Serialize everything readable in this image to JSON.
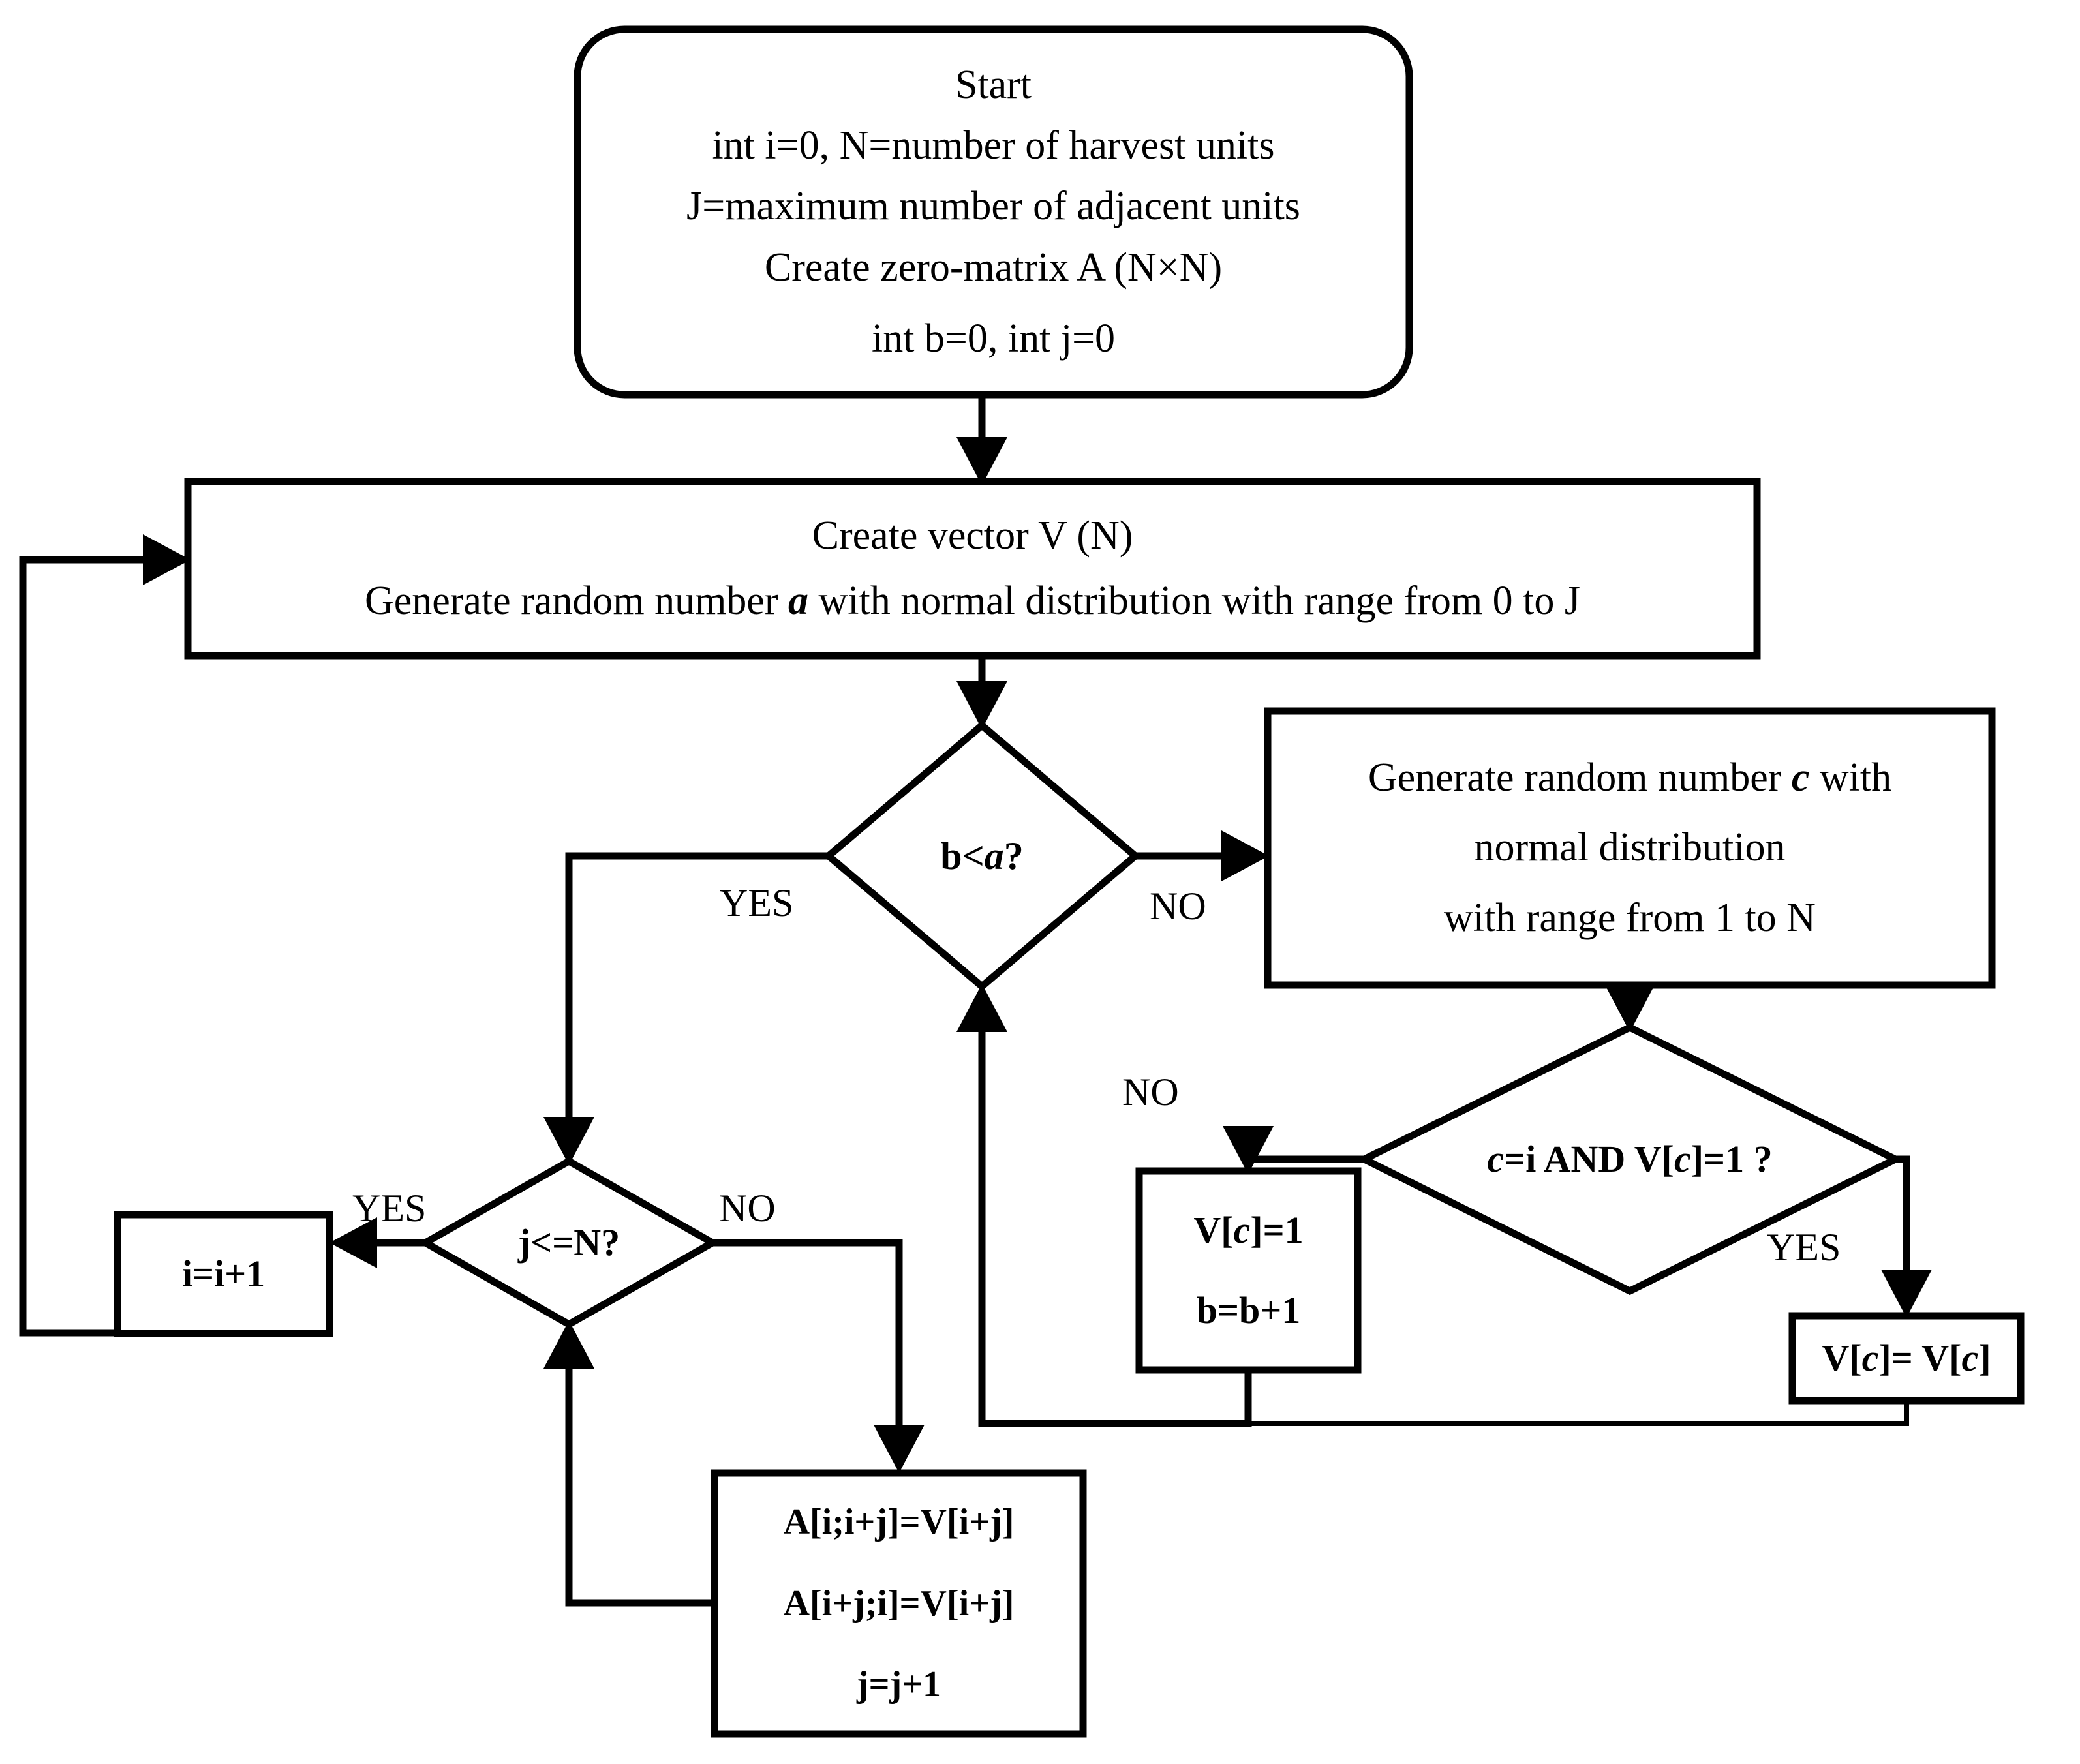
{
  "diagram": {
    "title": "Adjacency matrix generation flowchart",
    "type": "flowchart",
    "background_color": "#ffffff",
    "line_color": "#000000"
  },
  "nodes": {
    "start": {
      "shape": "rounded-rectangle",
      "lines": [
        "Start",
        "int i=0, N=number of harvest units",
        "J=maximum number of adjacent units",
        "Create zero-matrix A (N×N)",
        "int b=0, int j=0"
      ]
    },
    "create_vector": {
      "shape": "rectangle",
      "line1": "Create vector V (N)",
      "line2_a": "Generate random number ",
      "line2_var": "a",
      "line2_b": " with normal distribution with range from 0 to J"
    },
    "decision_b_lt_a": {
      "shape": "diamond",
      "text_a": "b<",
      "text_var": "a",
      "text_b": "?"
    },
    "generate_c": {
      "shape": "rectangle",
      "line1_a": "Generate random number ",
      "line1_var": "c",
      "line1_b": " with",
      "line2": "normal distribution",
      "line3": "with range from 1 to N"
    },
    "decision_c_eq_i": {
      "shape": "diamond",
      "part1_var": "c",
      "part2": "=i AND V[",
      "part3_var": "c",
      "part4": "]=1 ?"
    },
    "set_vc_1": {
      "shape": "rectangle",
      "line1_a": "V[",
      "line1_var": "c",
      "line1_b": "]=1",
      "line2": "b=b+1"
    },
    "keep_vc": {
      "shape": "rectangle",
      "text_a": "V[",
      "text_var1": "c",
      "text_b": "]= V[",
      "text_var2": "c",
      "text_c": "]"
    },
    "decision_j_le_n": {
      "shape": "diamond",
      "text": "j<=N?"
    },
    "increment_i": {
      "shape": "rectangle",
      "text": "i=i+1"
    },
    "assign_matrix": {
      "shape": "rectangle",
      "line1": "A[i;i+j]=V[i+j]",
      "line2": "A[i+j;i]=V[i+j]",
      "line3": "j=j+1"
    }
  },
  "edge_labels": {
    "b_lt_a_yes": "YES",
    "b_lt_a_no": "NO",
    "c_eq_i_no": "NO",
    "c_eq_i_yes": "YES",
    "j_le_n_yes": "YES",
    "j_le_n_no": "NO"
  }
}
